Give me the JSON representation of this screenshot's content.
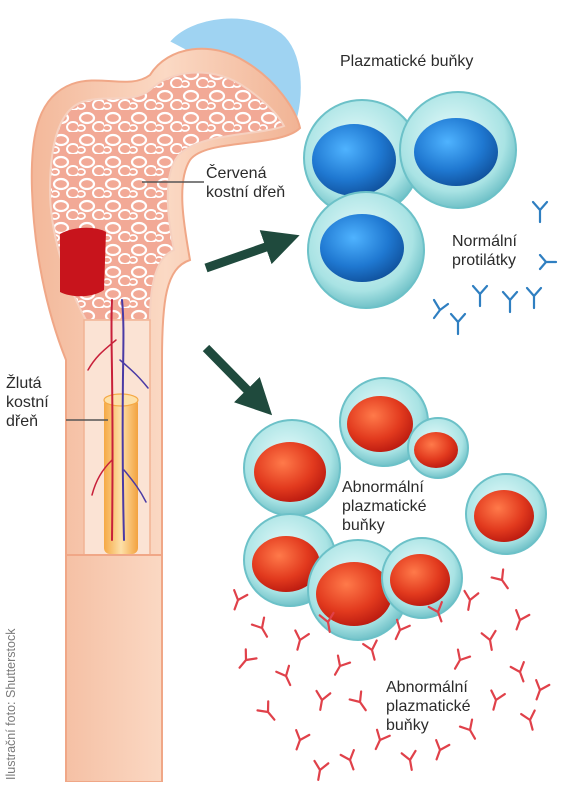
{
  "labels": {
    "plasma_cells_title": "Plazmatické buňky",
    "red_marrow": [
      "Červená",
      "kostní dřeň"
    ],
    "yellow_marrow": [
      "Žlutá",
      "kostní",
      "dřeň"
    ],
    "normal_antibodies": [
      "Normální",
      "protilátky"
    ],
    "abnormal_cells_1": [
      "Abnormální",
      "plazmatické",
      "buňky"
    ],
    "abnormal_cells_2": [
      "Abnormální",
      "plazmatické",
      "buňky"
    ]
  },
  "credit": "Ilustrační foto: Shutterstock",
  "colors": {
    "bone": "#f4c2a2",
    "marrow": "#f6b7a8",
    "red_marrow_block": "#c8141c",
    "yellow_marrow": "#f9c070",
    "cartilage": "#9fd3f2",
    "normal_nucleus": "#1f78d1",
    "abnormal_nucleus": "#e23a1e",
    "cell_membrane": "#9adfe0",
    "normal_antibody": "#2f7fc1",
    "abnormal_antibody": "#e0414a",
    "arrow": "#1f4a3d"
  }
}
